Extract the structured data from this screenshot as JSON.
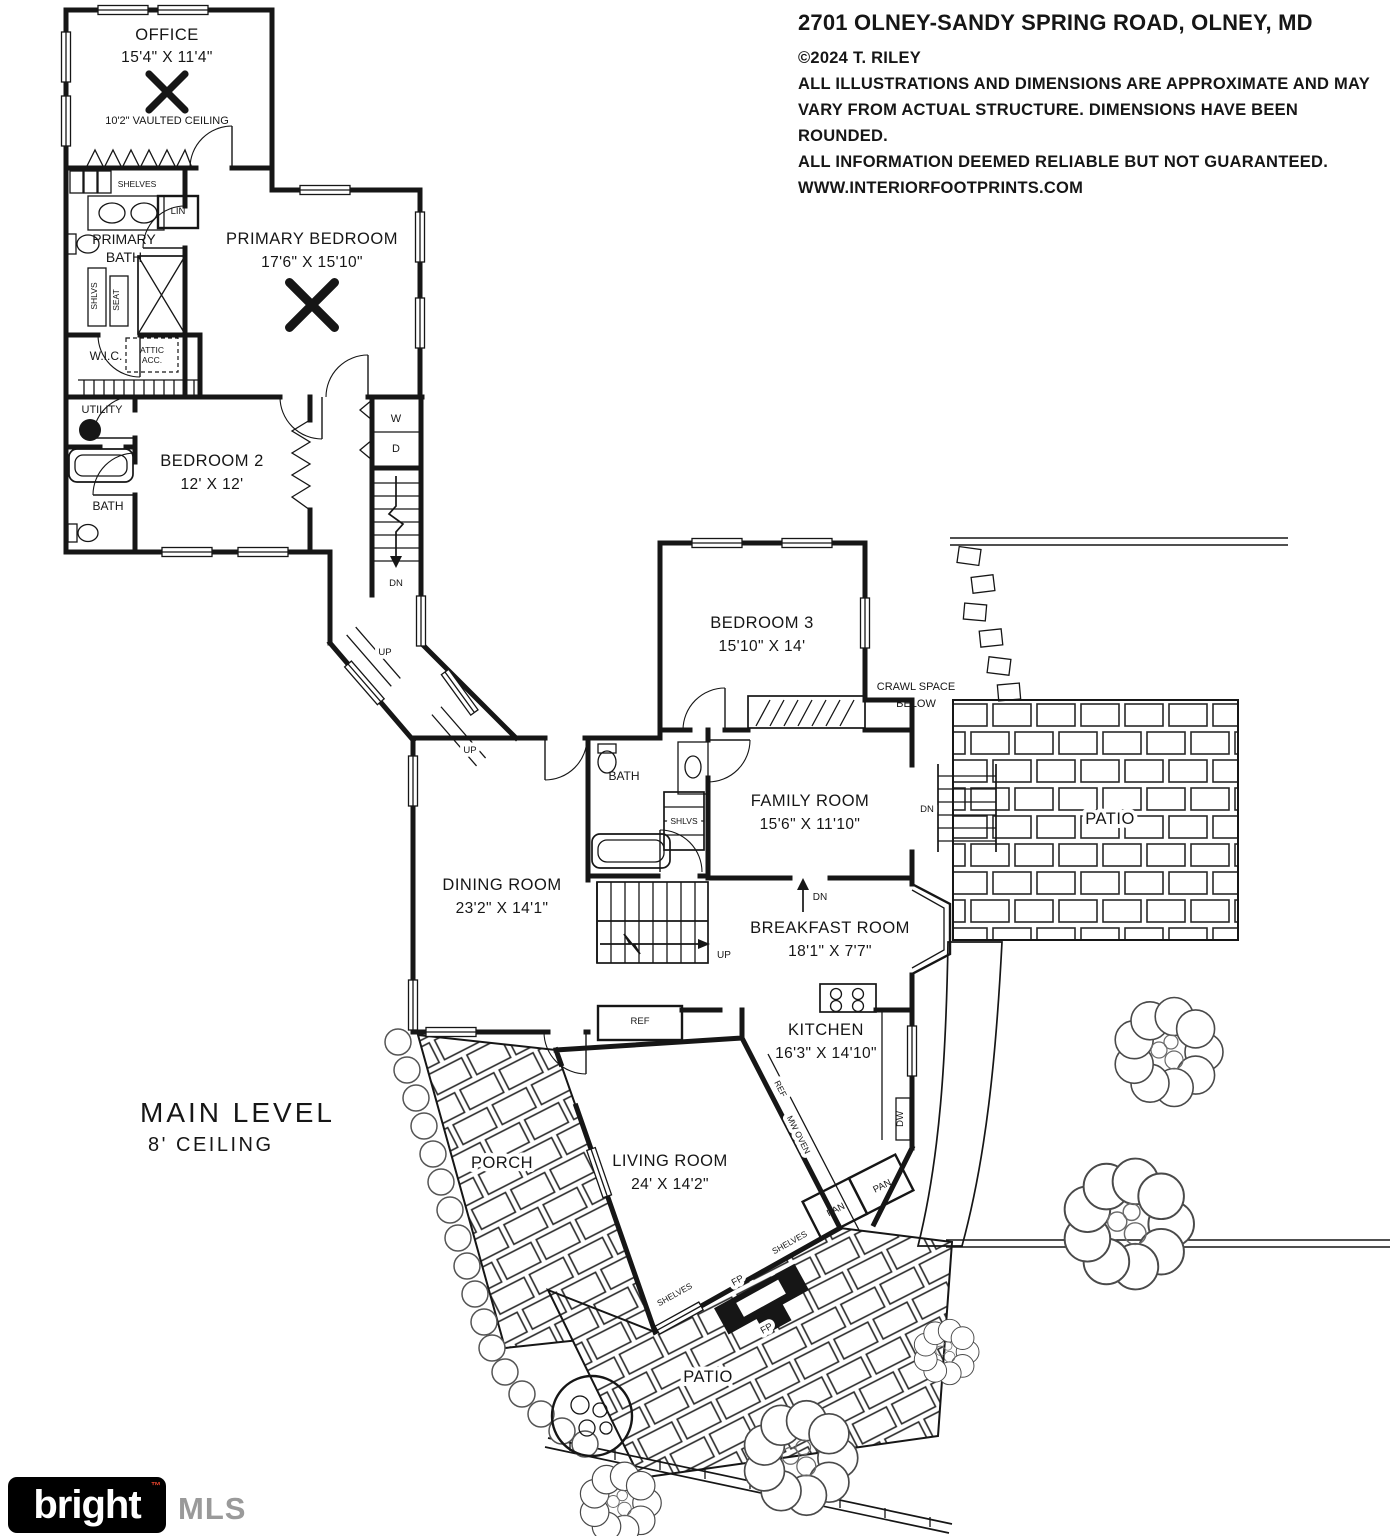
{
  "header": {
    "address": "2701 OLNEY-SANDY SPRING ROAD, OLNEY, MD",
    "copyright": "©2024 T. RILEY",
    "disclaimer": [
      "ALL ILLUSTRATIONS AND DIMENSIONS ARE APPROXIMATE AND MAY",
      "VARY FROM ACTUAL STRUCTURE. DIMENSIONS HAVE BEEN ROUNDED.",
      "ALL INFORMATION DEEMED RELIABLE BUT NOT GUARANTEED."
    ],
    "website": "WWW.INTERIORFOOTPRINTS.COM"
  },
  "level": {
    "title": "MAIN LEVEL",
    "ceiling": "8' CEILING"
  },
  "rooms": {
    "office": {
      "name": "OFFICE",
      "dims": "15'4\" X 11'4\"",
      "note": "10'2\" VAULTED CEILING"
    },
    "primary_bath": {
      "l1": "PRIMARY",
      "l2": "BATH"
    },
    "primary_bedroom": {
      "name": "PRIMARY BEDROOM",
      "dims": "17'6\" X 15'10\""
    },
    "wic": "W.I.C.",
    "utility": "UTILITY",
    "bath": "BATH",
    "bedroom2": {
      "name": "BEDROOM 2",
      "dims": "12' X 12'"
    },
    "bedroom3": {
      "name": "BEDROOM 3",
      "dims": "15'10\" X 14'"
    },
    "family": {
      "name": "FAMILY ROOM",
      "dims": "15'6\" X 11'10\""
    },
    "dining": {
      "name": "DINING ROOM",
      "dims": "23'2\" X 14'1\""
    },
    "breakfast": {
      "name": "BREAKFAST ROOM",
      "dims": "18'1\" X 7'7\""
    },
    "kitchen": {
      "name": "KITCHEN",
      "dims": "16'3\" X 14'10\""
    },
    "living": {
      "name": "LIVING ROOM",
      "dims": "24' X 14'2\""
    },
    "porch": "PORCH",
    "patio": "PATIO",
    "crawl": {
      "l1": "CRAWL SPACE",
      "l2": "BELOW"
    }
  },
  "labels": {
    "shelves": "SHELVES",
    "shlvs": "SHLVS",
    "lin": "LIN",
    "seat": "SEAT",
    "attic1": "ATTIC",
    "attic2": "ACC.",
    "up": "UP",
    "dn": "DN",
    "w": "W",
    "d": "D",
    "ref": "REF",
    "mw_oven": "MW OVEN",
    "dw": "DW",
    "pan": "PAN",
    "fp": "FP"
  },
  "logo": {
    "brand": "bright",
    "tm": "™",
    "mls": "MLS"
  }
}
